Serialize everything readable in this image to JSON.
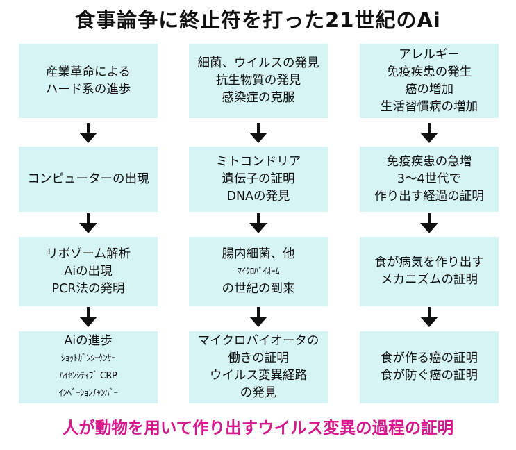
{
  "title": "食事論争に終止符を打った21世紀のAi",
  "columns": [
    {
      "boxes": [
        [
          "産業革命による",
          "ハード系の進歩"
        ],
        [
          "コンピューターの出現"
        ],
        [
          "リボゾーム解析",
          "Aiの出現",
          "PCR法の発明"
        ],
        [
          "Aiの進歩",
          "ｼｮｯﾄｶﾞﾝｼｰｹﾝｻｰ",
          "ﾊｲｾﾝｼﾃｨﾌﾞ CRP",
          "ｲﾝﾍﾞｰｼｮﾝﾁｬﾝﾊﾞｰ"
        ]
      ]
    },
    {
      "boxes": [
        [
          "細菌、ウイルスの発見",
          "抗生物質の発見",
          "感染症の克服"
        ],
        [
          "ミトコンドリア",
          "遺伝子の証明",
          "DNAの発見"
        ],
        [
          "腸内細菌、他",
          "ﾏｲｸﾛﾊﾞｲｵｰﾑ",
          "の世紀の到来"
        ],
        [
          "マイクロバイオータの",
          "働きの証明",
          "ウイルス変異経路",
          "の発見"
        ]
      ]
    },
    {
      "boxes": [
        [
          "アレルギー",
          "免疫疾患の発生",
          "癌の増加",
          "生活習慣病の増加"
        ],
        [
          "免疫疾患の急増",
          "3～4世代で",
          "作り出す経過の証明"
        ],
        [
          "食が病気を作り出す",
          "メカニズムの証明"
        ],
        [
          "食が作る癌の証明",
          "食が防ぐ癌の証明"
        ]
      ]
    }
  ],
  "footer": "人が動物を用いて作り出すウイルス変異の過程の証明",
  "colors": {
    "box_fill": "#d6f4f4",
    "arrow": "#111111",
    "footer_text": "#d4178c",
    "title_text": "#111111"
  }
}
